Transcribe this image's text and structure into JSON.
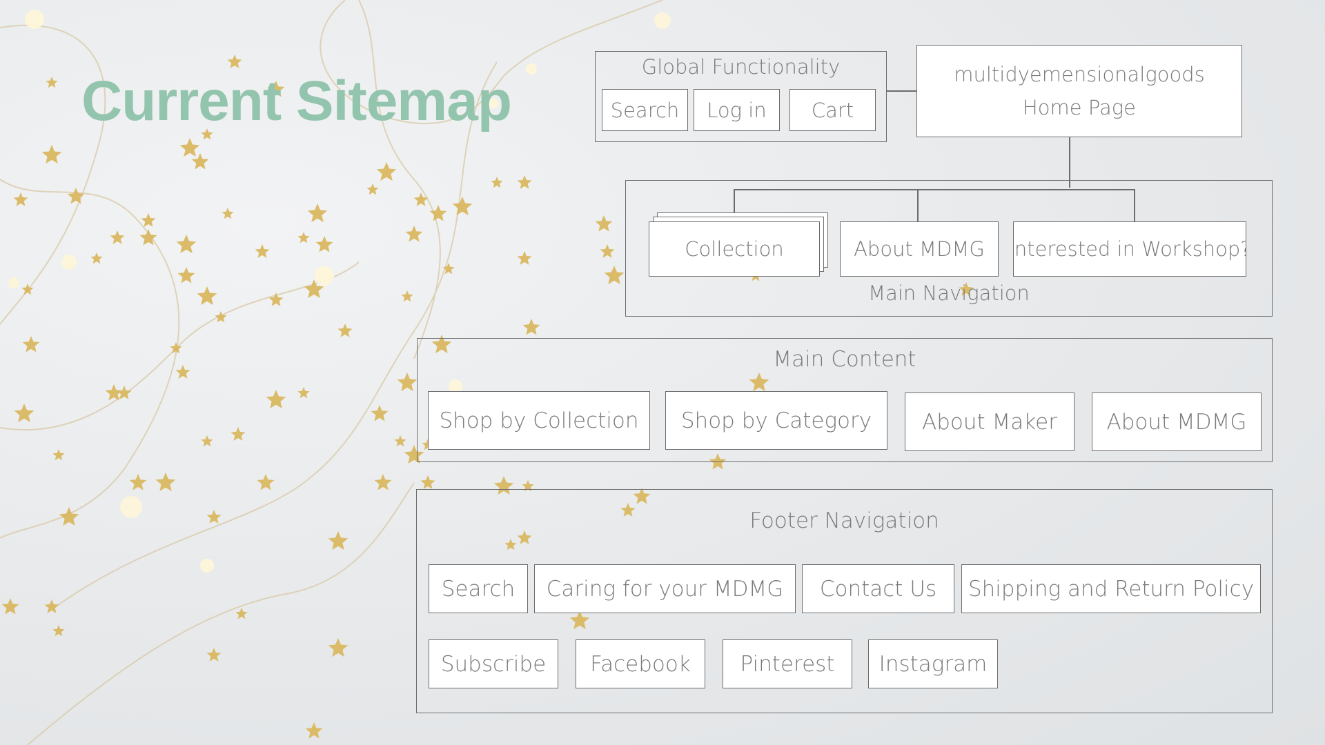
{
  "slide": {
    "title": "Current Sitemap"
  },
  "global": {
    "label": "Global Functionality",
    "items": [
      "Search",
      "Log in",
      "Cart"
    ]
  },
  "home": {
    "line1": "multidyemensionalgoods",
    "line2": "Home Page"
  },
  "main_nav": {
    "label": "Main Navigation",
    "items": [
      "Collection",
      "About MDMG",
      "Interested in Workshop?"
    ]
  },
  "main_content": {
    "label": "Main Content",
    "items": [
      "Shop by Collection",
      "Shop by Category",
      "About Maker",
      "About MDMG"
    ]
  },
  "footer": {
    "label": "Footer Navigation",
    "row1": [
      "Search",
      "Caring for your MDMG",
      "Contact Us",
      "Shipping and Return Policy"
    ],
    "row2": [
      "Subscribe",
      "Facebook",
      "Pinterest",
      "Instagram"
    ]
  },
  "colors": {
    "title": "#93c4ad",
    "stars": "#d9b65a",
    "border": "#6c6c6c"
  }
}
